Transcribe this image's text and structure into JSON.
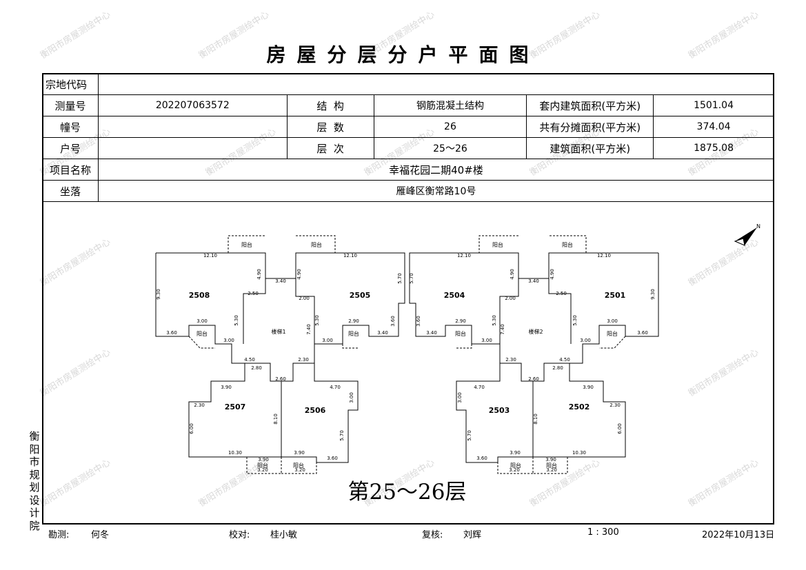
{
  "title": "房屋分层分户平面图",
  "watermark": "衡阳市房屋测绘中心",
  "info": {
    "parcel_code_label": "宗地代码",
    "parcel_code": "",
    "survey_no_label": "测量号",
    "survey_no": "202207063572",
    "structure_label": "结  构",
    "structure": "钢筋混凝土结构",
    "inner_area_label": "套内建筑面积(平方米)",
    "inner_area": "1501.04",
    "building_no_label": "幢号",
    "building_no": "",
    "floors_label": "层  数",
    "floors": "26",
    "shared_area_label": "共有分摊面积(平方米)",
    "shared_area": "374.04",
    "unit_no_label": "户号",
    "unit_no": "",
    "floor_level_label": "层  次",
    "floor_level": "25～26",
    "building_area_label": "建筑面积(平方米)",
    "building_area": "1875.08",
    "project_label": "项目名称",
    "project": "幸福花园二期40#楼",
    "location_label": "坐落",
    "location": "雁峰区衡常路10号"
  },
  "plan": {
    "floor_caption": "第25～26层",
    "north_label": "N",
    "left_rooms": [
      "2508",
      "2505",
      "楼梯1",
      "2507",
      "2506"
    ],
    "right_rooms": [
      "2501",
      "2504",
      "楼梯2",
      "2502",
      "2503"
    ],
    "balcony_label": "阳台",
    "dims": [
      "12.10",
      "9.30",
      "4.90",
      "3.40",
      "2.50",
      "5.30",
      "3.00",
      "3.60",
      "3.00",
      "2.00",
      "7.40",
      "5.30",
      "12.10",
      "5.70",
      "2.90",
      "3.60",
      "3.40",
      "3.00",
      "4.50",
      "2.30",
      "2.80",
      "3.90",
      "2.60",
      "4.70",
      "3.00",
      "2.30",
      "6.00",
      "8.10",
      "5.70",
      "10.30",
      "3.90",
      "3.60",
      "3.90",
      "3.20",
      "3.20",
      "4.90"
    ]
  },
  "side_text": "衡阳市规划设计院",
  "footer": {
    "surveyor_label": "勘测:",
    "surveyor": "何冬",
    "checker_label": "校对:",
    "checker": "桂小敏",
    "reviewer_label": "复核:",
    "reviewer": "刘辉",
    "scale": "1 : 300",
    "date": "2022年10月13日"
  }
}
